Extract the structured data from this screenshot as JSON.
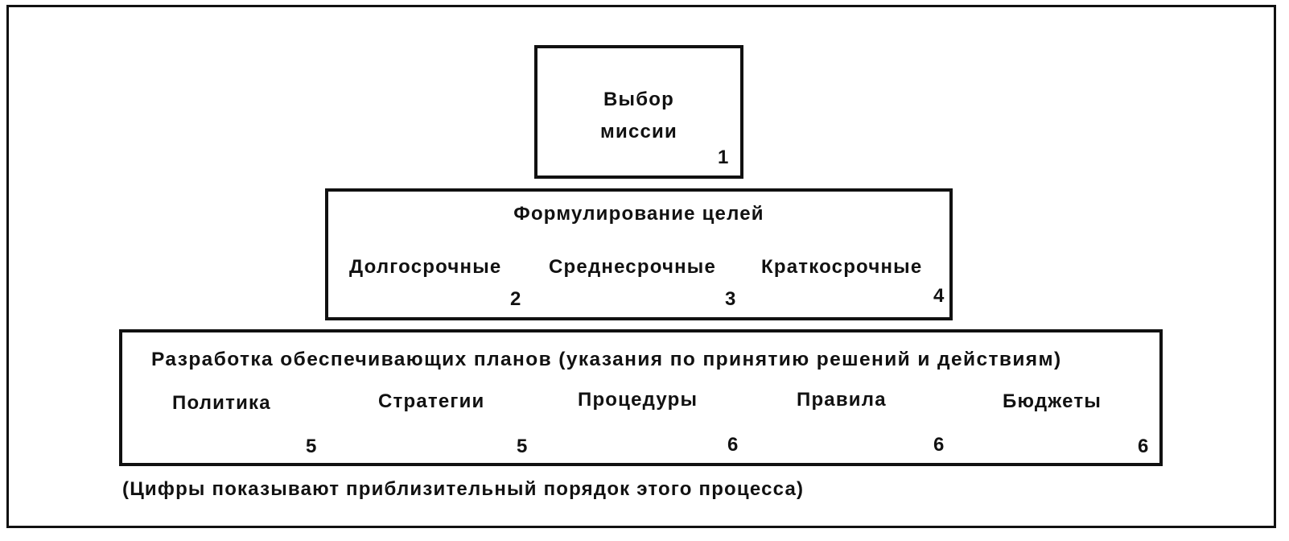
{
  "mission": {
    "line1": "Выбор",
    "line2": "миссии",
    "num": "1"
  },
  "goals": {
    "title": "Формулирование целей",
    "items": [
      {
        "label": "Долгосрочные",
        "num": "2"
      },
      {
        "label": "Среднесрочные",
        "num": "3"
      },
      {
        "label": "Краткосрочные",
        "num": "4"
      }
    ]
  },
  "plans": {
    "title": "Разработка обеспечивающих планов (указания по принятию решений и действиям)",
    "items": [
      {
        "label": "Политика",
        "num": "5"
      },
      {
        "label": "Стратегии",
        "num": "5"
      },
      {
        "label": "Процедуры",
        "num": "6"
      },
      {
        "label": "Правила",
        "num": "6"
      },
      {
        "label": "Бюджеты",
        "num": "6"
      }
    ]
  },
  "footnote": "(Цифры показывают приблизительный порядок этого процесса)"
}
